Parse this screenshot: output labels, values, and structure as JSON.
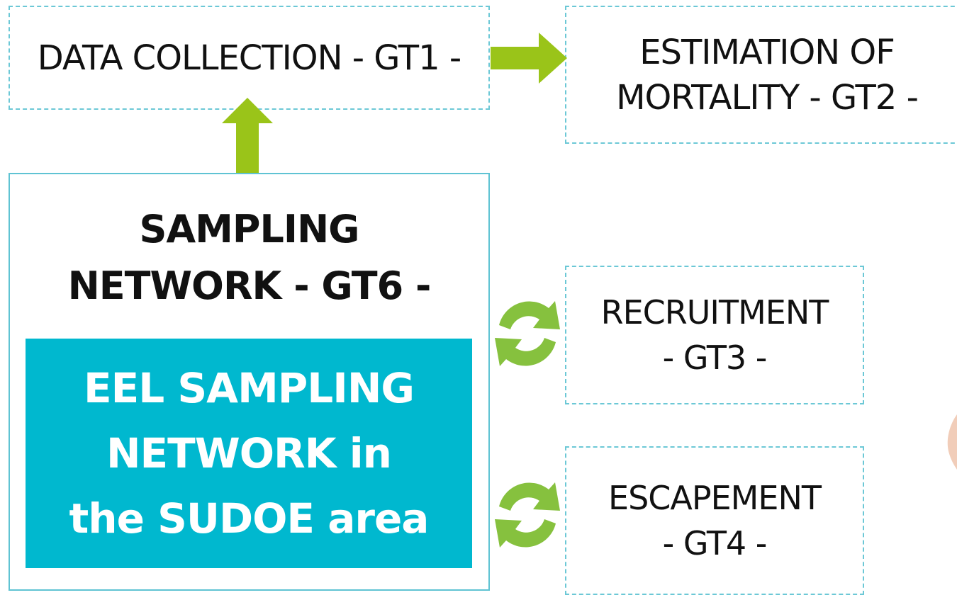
{
  "boxes": {
    "data_collection": {
      "line1": "DATA COLLECTION - GT1 -"
    },
    "estimation_mortality": {
      "line1": "ESTIMATION OF",
      "line2": "MORTALITY - GT2 -"
    },
    "sampling_network": {
      "line1": "SAMPLING",
      "line2": "NETWORK - GT6 -",
      "highlight": {
        "line1": "EEL SAMPLING",
        "line2": "NETWORK in",
        "line3": "the SUDOE area"
      }
    },
    "recruitment": {
      "line1": "RECRUITMENT",
      "line2": "- GT3 -"
    },
    "escapement": {
      "line1": "ESCAPEMENT",
      "line2": "- GT4 -"
    }
  },
  "colors": {
    "arrow_green": "#9ac419",
    "cycle_green": "#86c13e",
    "highlight_teal": "#00b8cf",
    "border_teal": "#5fc3d3"
  },
  "icons": {
    "arrow_right": "arrow-right-icon",
    "arrow_up": "arrow-up-icon",
    "cycle": "refresh-cycle-icon"
  }
}
